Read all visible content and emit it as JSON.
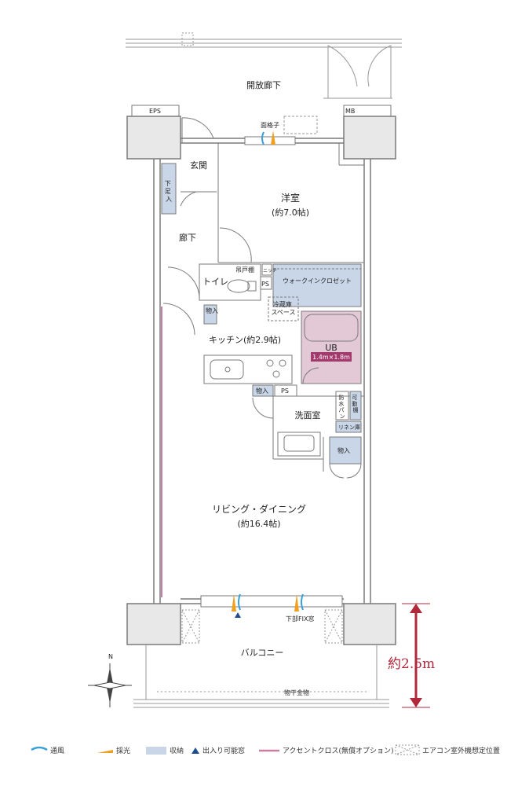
{
  "colors": {
    "wall": "#7a7a7a",
    "wall_fill": "#e8e8e8",
    "storage": "#c9d6e8",
    "bath": "#e3c8d6",
    "bath_label_bg": "#a33a6e",
    "accent_cross": "#c77fa4",
    "wind": "#3aa0d6",
    "light": "#f0a020",
    "dimension": "#b0283a"
  },
  "labels": {
    "corridor": "開放廊下",
    "eps": "EPS",
    "mb": "MB",
    "lattice": "面格子",
    "entrance": "玄関",
    "shoe_box": "下足入",
    "hallway": "廊下",
    "western_room": "洋室",
    "western_room_size": "(約7.0帖)",
    "niche": "ニッチ",
    "walk_in_closet": "ウォークインクロゼット",
    "toilet": "トイレ",
    "hanging_shelf": "吊戸棚",
    "ps_toilet": "PS",
    "storage_1": "物入",
    "fridge_space": "冷蔵庫スペース",
    "kitchen": "キッチン(約2.9帖)",
    "ub": "UB",
    "ub_size": "1.4m×1.8m",
    "storage_2": "物入",
    "ps_kitchen": "PS",
    "waterproof_pan": "防水パン",
    "movable_shelf": "可動棚",
    "linen": "リネン庫",
    "washroom": "洗面室",
    "storage_3": "物入",
    "living_dining": "リビング・ダイニング",
    "living_dining_size": "(約16.4帖)",
    "lower_fix_window": "下部FIX窓",
    "balcony": "バルコニー",
    "laundry_rack": "物干金物",
    "height_dim": "約2.5m",
    "compass_n": "N"
  },
  "legend": [
    {
      "icon": "wind-icon",
      "text": "通風"
    },
    {
      "icon": "light-icon",
      "text": "採光"
    },
    {
      "icon": "storage-swatch-icon",
      "text": "収納"
    },
    {
      "icon": "entry-window-icon",
      "text": "出入り可能窓"
    },
    {
      "icon": "accent-cross-icon",
      "text": "アクセントクロス(無償オプション)"
    },
    {
      "icon": "ac-unit-icon",
      "text": "エアコン室外機想定位置"
    }
  ]
}
